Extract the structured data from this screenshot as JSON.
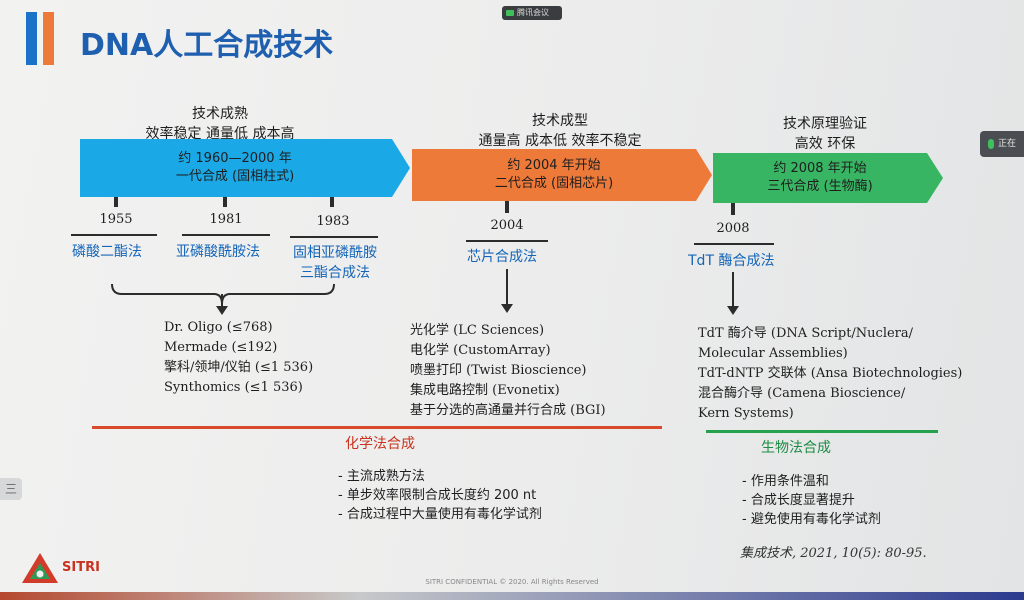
{
  "meeting": {
    "label": "腾讯会议"
  },
  "side_pill": {
    "label": "正在"
  },
  "left_pill": {
    "label": "三"
  },
  "slide": {
    "title": "DNA人工合成技术",
    "gen1": {
      "above_1": "技术成熟",
      "above_2": "效率稳定  通量低  成本高",
      "arrow_line1": "约 1960—2000 年",
      "arrow_line2": "一代合成 (固相柱式)",
      "years": [
        "1955",
        "1981",
        "1983"
      ],
      "methods": [
        "磷酸二酯法",
        "亚磷酸酰胺法",
        "固相亚磷酰胺",
        "三酯合成法"
      ],
      "vendors": [
        "Dr. Oligo (≤768)",
        "Mermade (≤192)",
        "擎科/领坤/仪铂 (≤1 536)",
        "Synthomics (≤1 536)"
      ]
    },
    "gen2": {
      "above_1": "技术成型",
      "above_2": "通量高  成本低  效率不稳定",
      "arrow_line1": "约 2004 年开始",
      "arrow_line2": "二代合成 (固相芯片)",
      "year": "2004",
      "method": "芯片合成法",
      "vendors": [
        "光化学 (LC Sciences)",
        "电化学 (CustomArray)",
        "喷墨打印 (Twist Bioscience)",
        "集成电路控制 (Evonetix)",
        "基于分选的高通量并行合成 (BGI)"
      ]
    },
    "gen3": {
      "above_1": "技术原理验证",
      "above_2": "高效  环保",
      "arrow_line1": "约 2008 年开始",
      "arrow_line2": "三代合成 (生物酶)",
      "year": "2008",
      "method": "TdT 酶合成法",
      "vendors": [
        "TdT 酶介导 (DNA Script/Nuclera/",
        "Molecular Assemblies)",
        "TdT-dNTP 交联体 (Ansa Biotechnologies)",
        "混合酶介导 (Camena Bioscience/",
        "Kern Systems)"
      ]
    },
    "chem": {
      "label": "化学法合成",
      "points": [
        "- 主流成熟方法",
        "- 单步效率限制合成长度约 200 nt",
        "- 合成过程中大量使用有毒化学试剂"
      ]
    },
    "bio": {
      "label": "生物法合成",
      "points": [
        "- 作用条件温和",
        "- 合成长度显著提升",
        "- 避免使用有毒化学试剂"
      ]
    },
    "citation": "集成技术, 2021, 10(5): 80-95.",
    "logo_text": "SITRI",
    "footer": "SITRI CONFIDENTIAL © 2020. All Rights Reserved"
  },
  "colors": {
    "gen1_arrow": "#1aa9e6",
    "gen2_arrow": "#ee7a3a",
    "gen3_arrow": "#38b563",
    "chem_line": "#d84a2c",
    "bio_line": "#26a24f",
    "method_text": "#1666b8",
    "logo_red": "#d23b2a",
    "logo_green": "#2e9a55"
  }
}
